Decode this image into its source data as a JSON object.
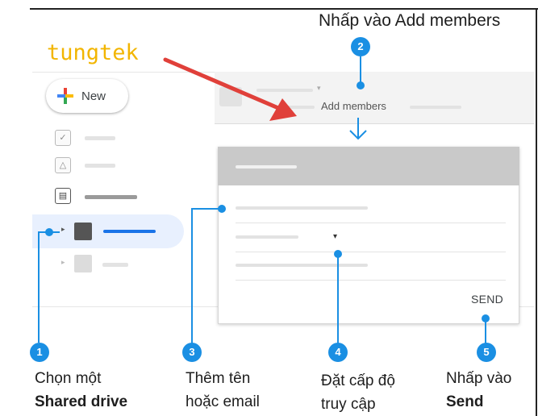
{
  "watermark": "tungtek",
  "top_caption": "Nhấp vào Add members",
  "drive": {
    "new_label": "New",
    "add_members_label": "Add members",
    "send_label": "SEND"
  },
  "steps": [
    {
      "number": "1",
      "line1": "Chọn một",
      "line2": "Shared drive"
    },
    {
      "number": "2"
    },
    {
      "number": "3",
      "line1": "Thêm tên",
      "line2": "hoặc email"
    },
    {
      "number": "4",
      "line1": "Đặt cấp độ",
      "line2": "truy cập"
    },
    {
      "number": "5",
      "line1": "Nhấp vào",
      "line2": "Send"
    }
  ],
  "colors": {
    "accent": "#1a8fe3",
    "arrow": "#e0403a",
    "watermark": "#f2b500",
    "selected": "#e8f0fe"
  }
}
